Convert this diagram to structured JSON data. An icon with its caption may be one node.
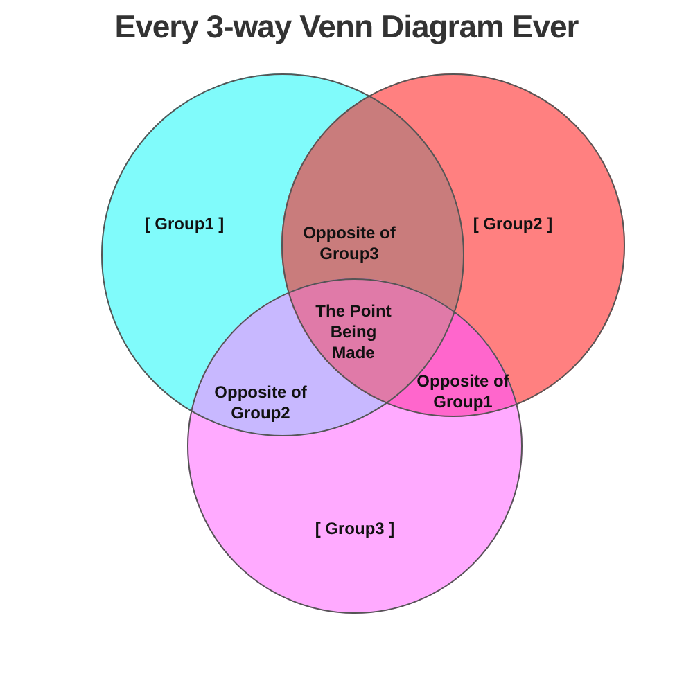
{
  "diagram": {
    "title": "Every 3-way Venn Diagram Ever",
    "nodes": [
      {
        "text": [
          "[ Group1 ]"
        ]
      },
      {
        "text": [
          "[ Group2 ]"
        ]
      },
      {
        "text": [
          "[ Group3 ]"
        ]
      }
    ],
    "labels": [
      "Opposite of Group3",
      "The Point Being Made",
      "Opposite of Group2",
      "Opposite of Group1"
    ]
  }
}
